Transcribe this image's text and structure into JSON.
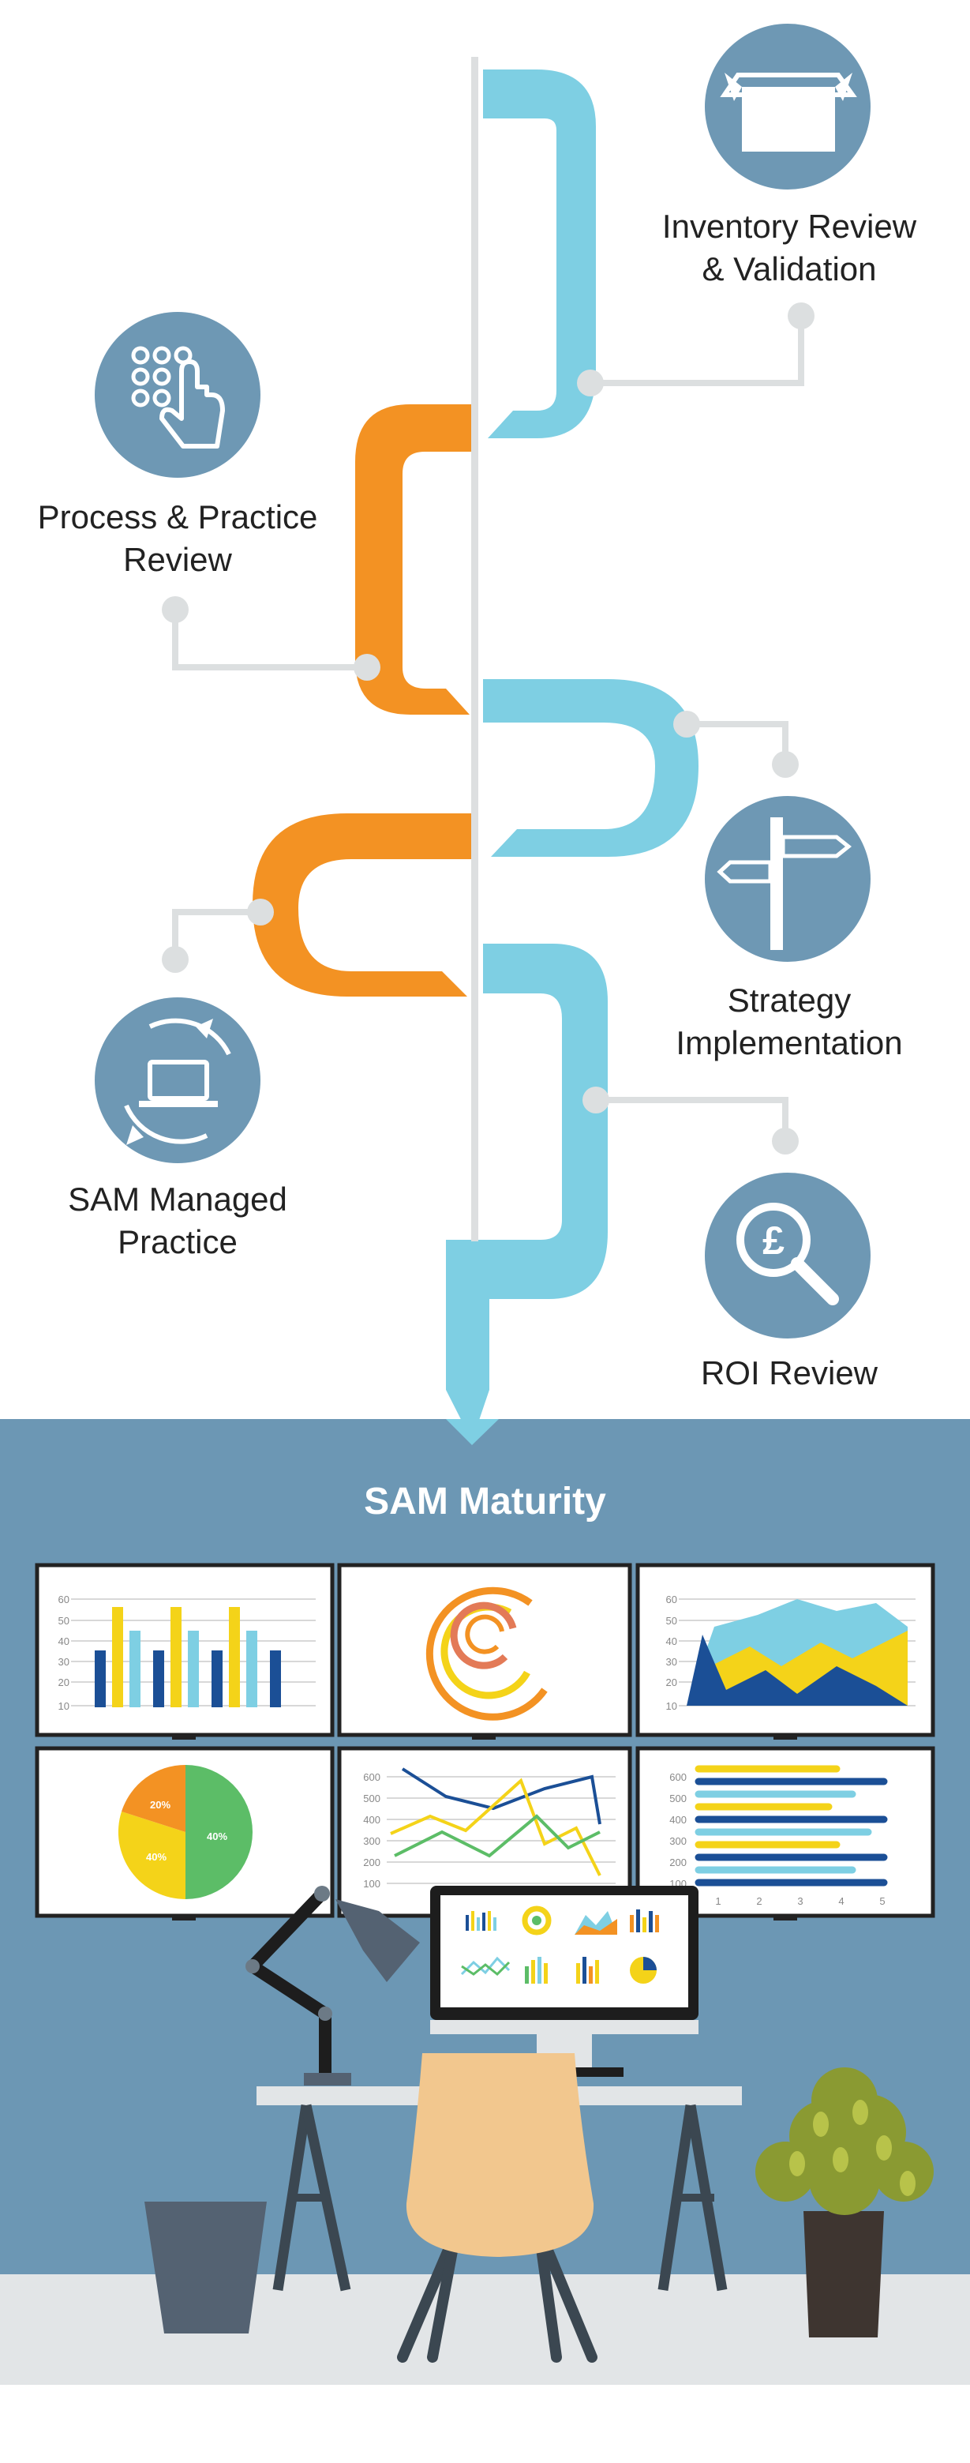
{
  "steps": [
    {
      "line1": "Inventory Review",
      "line2": "& Validation"
    },
    {
      "line1": "Process & Practice",
      "line2": "Review"
    },
    {
      "line1": "Strategy",
      "line2": "Implementation"
    },
    {
      "line1": "SAM Managed",
      "line2": "Practice"
    },
    {
      "line1": "ROI Review",
      "line2": ""
    }
  ],
  "footer": {
    "title": "SAM Maturity"
  },
  "charts": {
    "bar_ticks": [
      "60",
      "50",
      "40",
      "30",
      "20",
      "10"
    ],
    "pie_labels": [
      "20%",
      "40%",
      "40%"
    ],
    "line_ticks": [
      "600",
      "500",
      "400",
      "300",
      "200",
      "100"
    ],
    "hbar_ticks": [
      "600",
      "500",
      "400",
      "300",
      "200",
      "100"
    ],
    "hbar_x": [
      "1",
      "2",
      "3",
      "4",
      "5"
    ]
  },
  "colors": {
    "light_blue": "#7ecfe3",
    "orange": "#f39223",
    "icon_circle": "#6e98b4",
    "panel_bg": "#6c97b4"
  },
  "icons": [
    "box-icon",
    "keypad-touch-icon",
    "signpost-icon",
    "laptop-cycle-icon",
    "pound-search-icon"
  ]
}
